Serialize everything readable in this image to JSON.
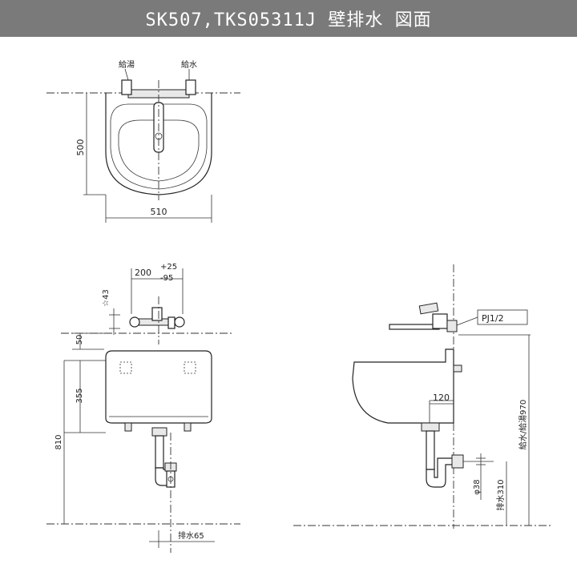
{
  "title": "SK507,TKS05311J 壁排水 図面",
  "top_view": {
    "label_hot": "給湯",
    "label_cold": "給水",
    "dim_height": "500",
    "dim_width": "510"
  },
  "front_view": {
    "dim_200": "200",
    "dim_tol_plus": "+25",
    "dim_tol_minus": "-95",
    "dim_43": "☆43",
    "dim_50": "50",
    "dim_355": "355",
    "dim_810": "810",
    "dim_drain": "排水65"
  },
  "side_view": {
    "pipe_label": "PJ1/2",
    "dim_120": "120",
    "dim_970": "給水/給湯970",
    "dim_38": "φ38",
    "dim_310": "排水310"
  }
}
